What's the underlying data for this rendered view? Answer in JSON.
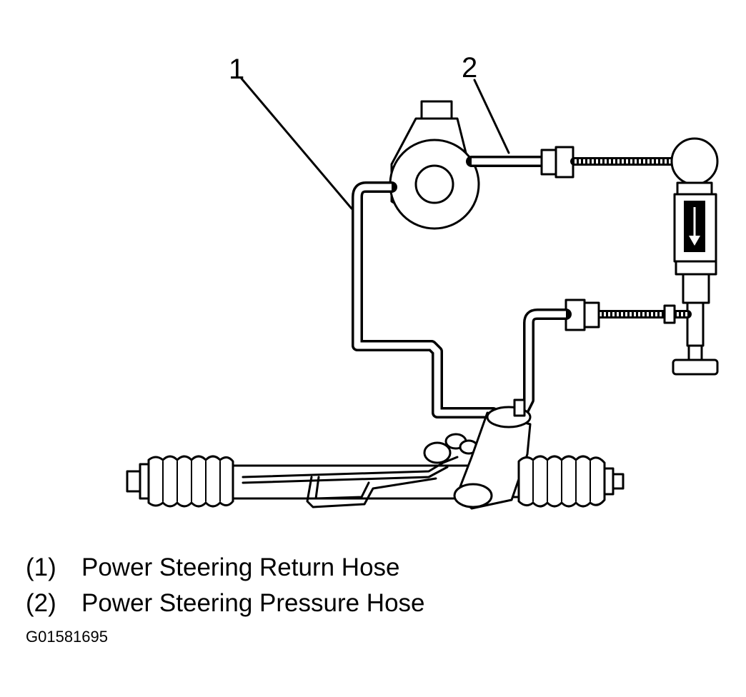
{
  "callouts": [
    {
      "label": "1"
    },
    {
      "label": "2"
    }
  ],
  "legend": [
    {
      "number": "(1)",
      "text": "Power Steering Return Hose"
    },
    {
      "number": "(2)",
      "text": "Power Steering Pressure Hose"
    }
  ],
  "figure_id": "G01581695",
  "colors": {
    "ink": "#000000",
    "background": "#ffffff"
  }
}
